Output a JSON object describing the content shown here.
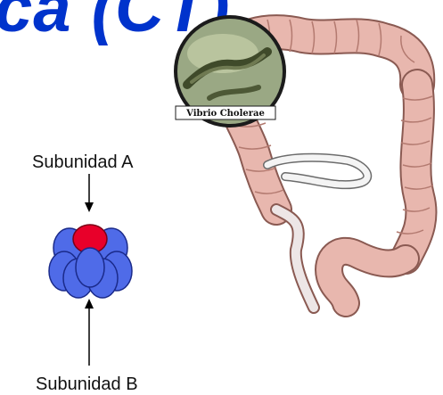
{
  "title": "ca (CT)",
  "labels": {
    "subunit_a": "Subunidad A",
    "subunit_b": "Subunidad B"
  },
  "inset_caption": "Vibrio Cholerae",
  "colors": {
    "title": "#0033cc",
    "subunit_a": "#e8002a",
    "subunit_b": "#4f6be8",
    "intestine": "#e8b7ae",
    "intestine_outline": "#8a5a52"
  },
  "icons": [
    "cholera-toxin-diagram",
    "intestine-illustration",
    "vibrio-cholerae-micrograph"
  ]
}
